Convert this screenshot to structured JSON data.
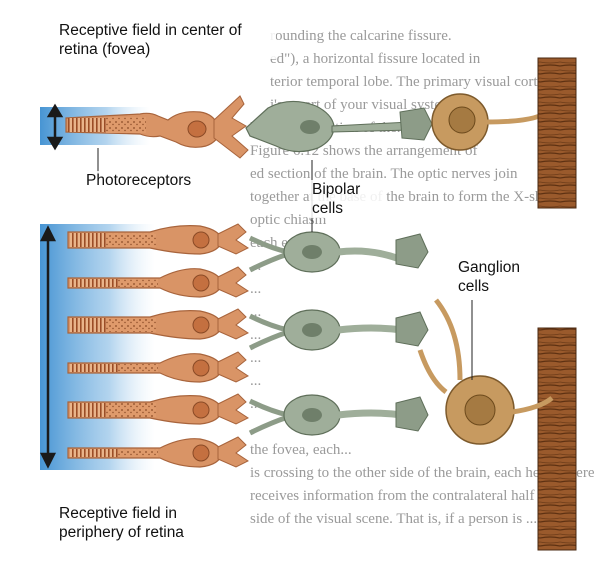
{
  "labels": {
    "fovea_field": "Receptive field in center of retina (fovea)",
    "photoreceptors": "Photoreceptors",
    "bipolar": "Bipolar cells",
    "ganglion": "Ganglion cells",
    "periphery_field": "Receptive field in periphery of retina"
  },
  "background_text": [
    "rounding the calcarine fissure.",
    "ed\"), a horizontal fissure located in",
    "terior temporal lobe. The primary visual cortex",
    "i's a part of your visual system",
    "layer organization of the...",
    "Figure 6.12 shows the arrangement of",
    "ed section of the brain. The optic nerves join",
    "together at the base of the brain to form the X-shaped",
    "optic chiasm",
    "each eye...",
    "...",
    "...",
    "...",
    "...",
    "...",
    "...",
    "...",
    "...",
    "the fovea, each...",
    "is crossing to the other side of the brain, each hemisphere",
    "receives information from the contralateral half of the",
    "side of the visual scene. That is, if a person is ... right"
  ],
  "colors": {
    "photoreceptor": "#d99466",
    "photoreceptor_outline": "#a8643c",
    "bipolar": "#9fae9a",
    "ganglion": "#c79a60",
    "gradient_blue": "#3d8fd1",
    "arrow": "#1a1a1a"
  },
  "icons": [
    "arrow-up-down-icon",
    "nerve-fiber-bundle-icon"
  ]
}
